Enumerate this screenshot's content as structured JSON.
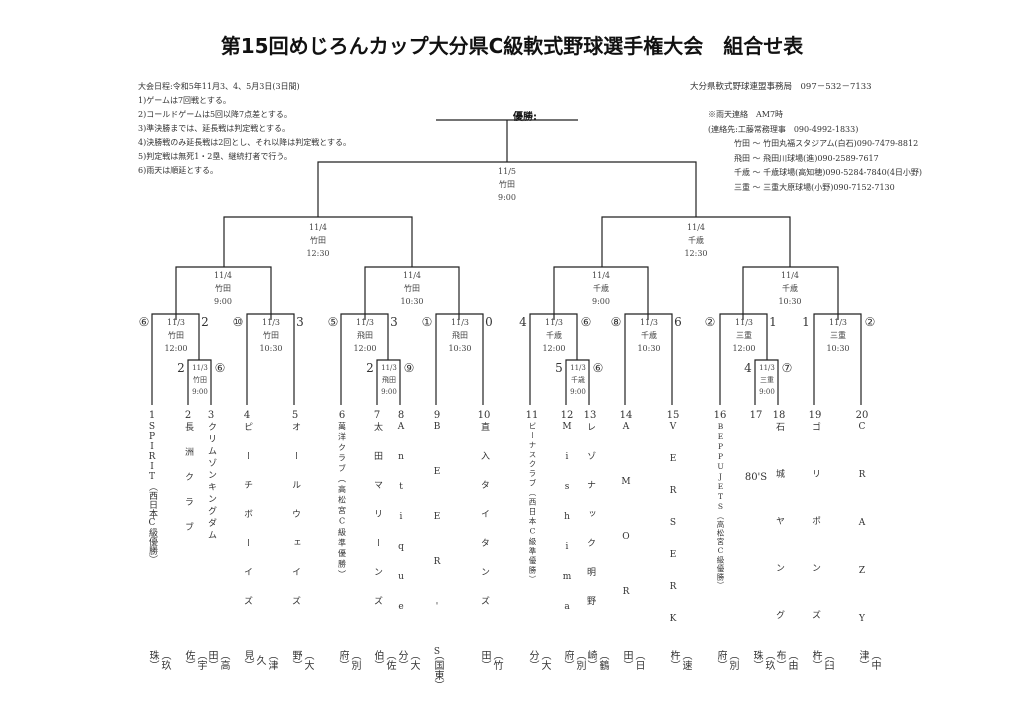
{
  "title": "第15回めじろんカップ大分県C級軟式野球選手権大会　組合せ表",
  "notes": [
    "大会日程:令和5年11月3、4、5月3日(3日間)",
    "1)ゲームは7回戦とする。",
    "2)コールドゲームは5回以降7点差とする。",
    "3)準決勝までは、延長戦は判定戦とする。",
    "4)決勝戦のみ延長戦は2回とし、それ以降は判定戦とする。",
    "5)判定戦は無死1・2塁、継続打者で行う。",
    "6)雨天は順延とする。"
  ],
  "office": "大分県軟式野球連盟事務局　097－532－7133",
  "contact": {
    "rain": "※雨天連絡　AM7時",
    "person": "(連絡先:工藤常務理事　090-4992-1833)",
    "venues": [
      "竹田 ～ 竹田丸福スタジアム(白石)090-7479-8812",
      "飛田 ～ 飛田川球場(進)090-2589-7617",
      "千歳 ～ 千歳球場(高知穂)090-5284-7840(4日小野)",
      "三重 ～ 三重大原球場(小野)090-7152-7130"
    ]
  },
  "champion_label": "優勝:",
  "games": {
    "final": {
      "date": "11/5",
      "venue": "竹田",
      "time": "9:00"
    },
    "semi_left": {
      "date": "11/4",
      "venue": "竹田",
      "time": "12:30"
    },
    "semi_right": {
      "date": "11/4",
      "venue": "千歳",
      "time": "12:30"
    },
    "qf1": {
      "date": "11/4",
      "venue": "竹田",
      "time": "9:00"
    },
    "qf2": {
      "date": "11/4",
      "venue": "竹田",
      "time": "10:30"
    },
    "qf3": {
      "date": "11/4",
      "venue": "千歳",
      "time": "9:00"
    },
    "qf4": {
      "date": "11/4",
      "venue": "千歳",
      "time": "10:30"
    },
    "r1_1": {
      "date": "11/3",
      "venue": "竹田",
      "time": "12:00",
      "score_left": "⑥",
      "score_right": "2"
    },
    "r1_1p": {
      "date": "11/3",
      "venue": "竹田",
      "time": "9:00",
      "score_left": "2",
      "score_right": "⑥"
    },
    "r1_2": {
      "date": "11/3",
      "venue": "竹田",
      "time": "10:30",
      "score_left": "⑩",
      "score_right": "3"
    },
    "r1_3": {
      "date": "11/3",
      "venue": "飛田",
      "time": "12:00",
      "score_left": "⑤",
      "score_right": "3"
    },
    "r1_3p": {
      "date": "11/3",
      "venue": "飛田",
      "time": "9:00",
      "score_left": "2",
      "score_right": "⑨"
    },
    "r1_4": {
      "date": "11/3",
      "venue": "飛田",
      "time": "10:30",
      "score_left": "①",
      "score_right": "0"
    },
    "r1_5": {
      "date": "11/3",
      "venue": "千歳",
      "time": "12:00",
      "score_left": "4",
      "score_right": "⑥"
    },
    "r1_5p": {
      "date": "11/3",
      "venue": "千歳",
      "time": "9:00",
      "score_left": "5",
      "score_right": "⑥"
    },
    "r1_6": {
      "date": "11/3",
      "venue": "千歳",
      "time": "10:30",
      "score_left": "⑧",
      "score_right": "6"
    },
    "r1_7": {
      "date": "11/3",
      "venue": "三重",
      "time": "12:00",
      "score_left": "②",
      "score_right": "1"
    },
    "r1_7p": {
      "date": "11/3",
      "venue": "三重",
      "time": "9:00",
      "score_left": "4",
      "score_right": "⑦"
    },
    "r1_8": {
      "date": "11/3",
      "venue": "三重",
      "time": "10:30",
      "score_left": "1",
      "score_right": "②"
    }
  },
  "teams": [
    {
      "num": "1",
      "name": "SPIRIT（西日本C級優勝）",
      "city": "（玖珠）"
    },
    {
      "num": "2",
      "name": "長洲クラブ",
      "city": "（宇佐）"
    },
    {
      "num": "3",
      "name": "クリムゾンキングダム",
      "city": "（高田）"
    },
    {
      "num": "4",
      "name": "ピーチボーイズ",
      "city": "（津久見）"
    },
    {
      "num": "5",
      "name": "オールウェイズ",
      "city": "（大野）"
    },
    {
      "num": "6",
      "name": "萬洋クラブ（高松宮C級準優勝）",
      "city": "（別府）"
    },
    {
      "num": "7",
      "name": "太田マリーンズ",
      "city": "（佐伯）"
    },
    {
      "num": "8",
      "name": "Antique",
      "city": "（大分）"
    },
    {
      "num": "9",
      "name": "BEER'S",
      "city": "（国東）"
    },
    {
      "num": "10",
      "name": "直入タイタンズ",
      "city": "（竹田）"
    },
    {
      "num": "11",
      "name": "ビーナスクラブ（西日本C級準優勝）",
      "city": "（大分）"
    },
    {
      "num": "12",
      "name": "Mishima",
      "city": "（別府）"
    },
    {
      "num": "13",
      "name": "レゾナック明野",
      "city": "（鶴崎）"
    },
    {
      "num": "14",
      "name": "AMOR",
      "city": "（日田）"
    },
    {
      "num": "15",
      "name": "VERSERK",
      "city": "（速杵）"
    },
    {
      "num": "16",
      "name": "BEPPUJETS（高松宮C級優勝）",
      "city": "（別府）"
    },
    {
      "num": "17",
      "name": "80'S",
      "city": "（玖珠）"
    },
    {
      "num": "18",
      "name": "石城ヤング",
      "city": "（由布）"
    },
    {
      "num": "19",
      "name": "ゴリポンズ",
      "city": "（臼杵）"
    },
    {
      "num": "20",
      "name": "CRAZY",
      "city": "（中津）"
    }
  ]
}
